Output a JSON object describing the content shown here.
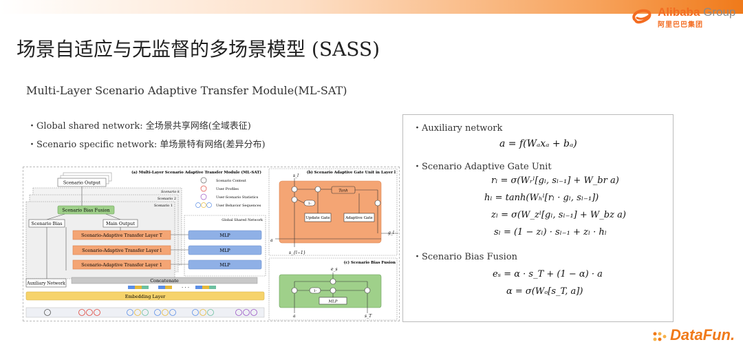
{
  "logo": {
    "brand": "Alibaba",
    "group": " Group",
    "cn": "阿里巴巴集团",
    "color": "#f36c21"
  },
  "title": "场景自适应与无监督的多场景模型 (SASS)",
  "subtitle": "Multi-Layer Scenario Adaptive Transfer Module(ML-SAT)",
  "bullets": [
    "・Global shared network: 全场景共享网络(全域表征)",
    "・Scenario specific network: 单场景特有网络(差异分布)"
  ],
  "diagram": {
    "panel_a_title": "(a) Multi-Layer Scenario Adaptive Transfer Module (ML-SAT)",
    "panel_b_title": "(b) Scenario Adaptive Gate Unit in Layer l",
    "panel_c_title": "(c) Scenario Bias Fusion",
    "scenario_output": "Scenario Output",
    "scenario_k": "Scenario k",
    "scenario_2": "Scenario 2",
    "scenario_1": "Scenario 1",
    "scenario_bias_fusion": "Scenario Bias Fusion",
    "scenario_bias": "Scenario Bias",
    "main_output": "Main Output",
    "layer_T": "Scenario-Adaptive Transfer Layer T",
    "layer_l": "Scenario-Adaptive Transfer Layer l",
    "layer_1": "Scenario-Adaptive Transfer Layer 1",
    "global_shared": "Global Shared Network",
    "mlp": "MLP",
    "auxiliary_network": "Auxiliary Network",
    "concatenate": "Concatenate",
    "embedding_layer": "Embedding Layer",
    "legend": [
      "Scenario Context",
      "User Profiles",
      "User-Scenario Statistics",
      "User Behavior Sequences"
    ],
    "gate": {
      "tanh": "Tanh",
      "update_gate": "Update Gate",
      "adaptive_gate": "Adaptive Gate",
      "one_minus": "1-",
      "s_l": "s_l",
      "s_l1": "s_{l−1}",
      "g_l": "g_l",
      "a": "a"
    },
    "fusion": {
      "mlp": "MLP",
      "e_s": "e_s",
      "a": "a",
      "s_T": "s_T",
      "one_minus": "1-"
    },
    "ellipsis": "· · ·"
  },
  "formulas": {
    "aux_head": "・Auxiliary network",
    "aux_eq": "a = f(Wₐxₐ + bₐ)",
    "gate_head": "・Scenario Adaptive Gate Unit",
    "gate_eqs": [
      "rₗ = σ(Wᵣˡ[gₗ, sₗ₋₁] + W_br a)",
      "hₗ = tanh(Wₕˡ[rₗ · gₗ, sₗ₋₁])",
      "zₗ = σ(W_zˡ[gₗ, sₗ₋₁] + W_bz a)",
      "sₗ = (1 − zₗ) · sₗ₋₁ + zₗ · hₗ"
    ],
    "fusion_head": "・Scenario Bias Fusion",
    "fusion_eqs": [
      "eₛ = α · s_T + (1 − α) · a",
      "α = σ(Wₒ[s_T, a])"
    ]
  },
  "footer_logo": {
    "text": "DataFun.",
    "color": "#f07a1a"
  },
  "colors": {
    "orange_box": "#f4a574",
    "blue_box": "#8fb0e6",
    "green_box": "#9fd08a",
    "yellow_bar": "#f6d36b",
    "gray_bar": "#c8c8c8"
  }
}
